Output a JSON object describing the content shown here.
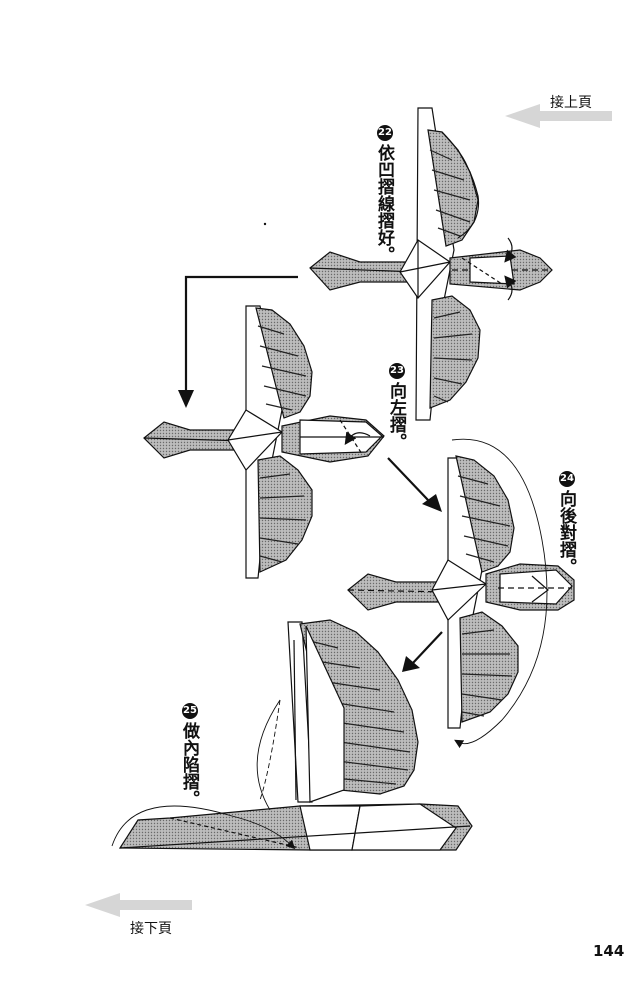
{
  "nav": {
    "prev_page_label": "接上頁",
    "next_page_label": "接下頁"
  },
  "steps": [
    {
      "number": "22",
      "text": "依凹摺線摺好。"
    },
    {
      "number": "23",
      "text": "向左摺。"
    },
    {
      "number": "24",
      "text": "向後對摺。"
    },
    {
      "number": "25",
      "text": "做內陷摺。"
    }
  ],
  "page_number": "144",
  "colors": {
    "ink": "#111111",
    "paper_shade": "#9a9a9a",
    "guide_arrow": "#d6d6d6"
  }
}
